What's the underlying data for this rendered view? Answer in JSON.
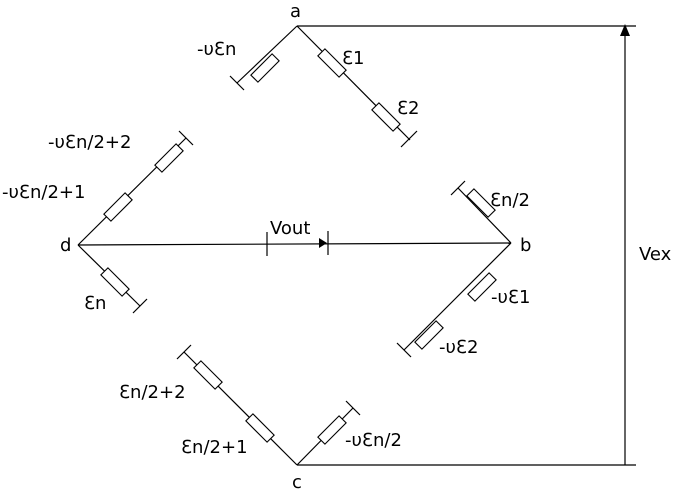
{
  "nodes": {
    "a": "a",
    "b": "b",
    "c": "c",
    "d": "d"
  },
  "labels": {
    "vex": "Vex",
    "vout": "Vout",
    "arm_ab": [
      "-υℇn",
      "ℇ1",
      "ℇ2"
    ],
    "arm_bc": [
      "ℇn/2",
      "-υℇ1",
      "-υℇ2"
    ],
    "arm_cd": [
      "ℇn/2+2",
      "ℇn/2+1",
      "-υℇn/2"
    ],
    "arm_da": [
      "-υℇn/2+2",
      "-υℇn/2+1",
      "ℇn"
    ]
  },
  "colors": {
    "line": "#000000",
    "background": "#ffffff"
  }
}
